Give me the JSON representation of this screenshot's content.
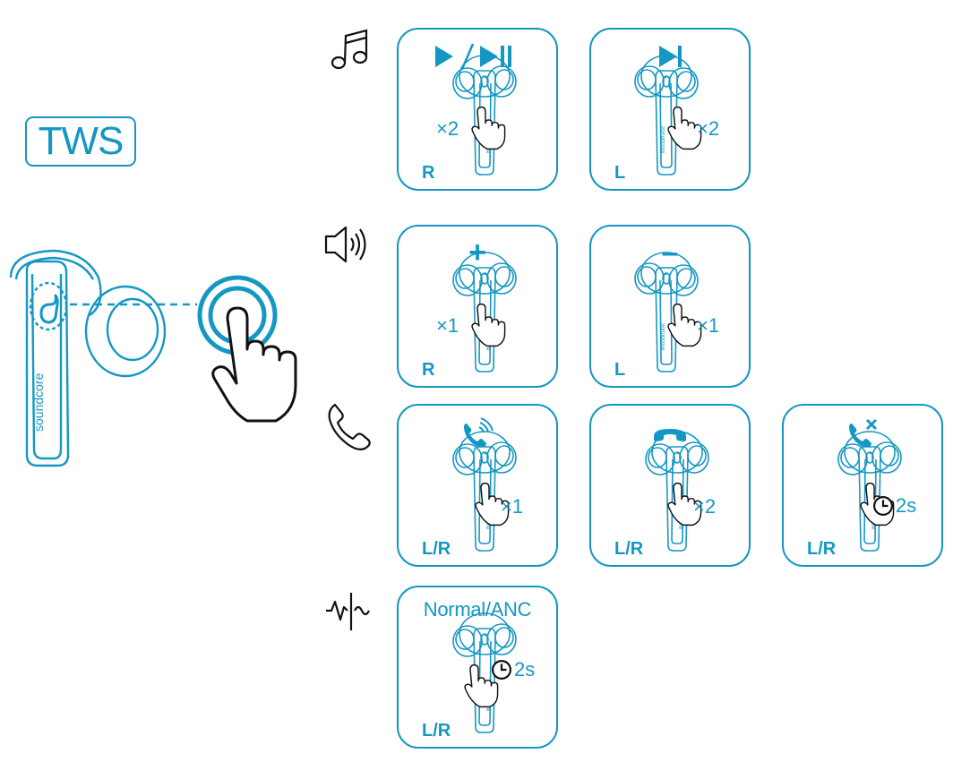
{
  "badge": {
    "label": "TWS"
  },
  "hero": {
    "earbud_brand": "soundcore",
    "icons": [
      "earbud-icon",
      "tap-hand-icon"
    ]
  },
  "rows": [
    {
      "icon": "music-note-icon"
    },
    {
      "icon": "volume-icon"
    },
    {
      "icon": "phone-icon"
    },
    {
      "icon": "noise-mode-icon"
    }
  ],
  "cards": {
    "play_pause": {
      "icon": "play-pause-icon",
      "gesture": "×2",
      "side": "R"
    },
    "next_track": {
      "icon": "next-track-icon",
      "gesture": "×2",
      "side": "L"
    },
    "volume_up": {
      "action": "+",
      "gesture": "×1",
      "side": "R"
    },
    "volume_down": {
      "action": "–",
      "gesture": "×1",
      "side": "L"
    },
    "answer_call": {
      "icon": "incoming-call-icon",
      "gesture": "×1",
      "side": "L/R"
    },
    "end_call": {
      "icon": "hang-up-icon",
      "gesture": "×2",
      "side": "L/R"
    },
    "reject_call": {
      "icon": "reject-call-icon",
      "hold": "2s",
      "side": "L/R"
    },
    "noise_mode": {
      "action": "Normal/ANC",
      "hold": "2s",
      "side": "L/R"
    }
  },
  "colors": {
    "accent": "#1597c4",
    "ink": "#111111"
  }
}
